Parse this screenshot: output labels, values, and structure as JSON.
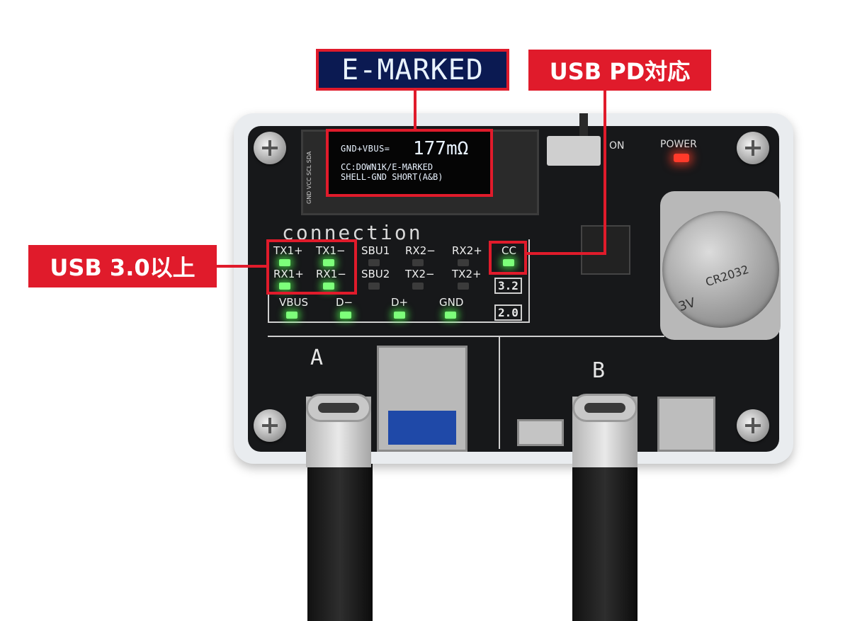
{
  "callouts": {
    "emarked": "E-MARKED",
    "usb_pd": "USB PD対応",
    "usb30": "USB 3.0以上"
  },
  "oled": {
    "line1_label": "GND+VBUS=",
    "line1_value": "177mΩ",
    "line2": "CC:DOWN1K/E-MARKED",
    "line3": "SHELL-GND SHORT(A&B)",
    "pins": "GND VCC SCL SDA"
  },
  "board": {
    "connection_title": "connection",
    "pins": {
      "tx1p": "TX1+",
      "tx1m": "TX1−",
      "sbu1": "SBU1",
      "rx2m": "RX2−",
      "rx2p": "RX2+",
      "cc": "CC",
      "rx1p": "RX1+",
      "rx1m": "RX1−",
      "sbu2": "SBU2",
      "tx2m": "TX2−",
      "tx2p": "TX2+",
      "vbus": "VBUS",
      "dm": "D−",
      "dp": "D+",
      "gnd": "GND"
    },
    "ver32": "3.2",
    "ver20": "2.0",
    "power": "POWER",
    "on": "ON",
    "port_a": "A",
    "port_b": "B",
    "battery_text1": "CR2032",
    "battery_text2": "3V"
  },
  "colors": {
    "callout": "#e01b2b",
    "led_on": "#7dff7a",
    "power_led": "#ff3a2a"
  }
}
